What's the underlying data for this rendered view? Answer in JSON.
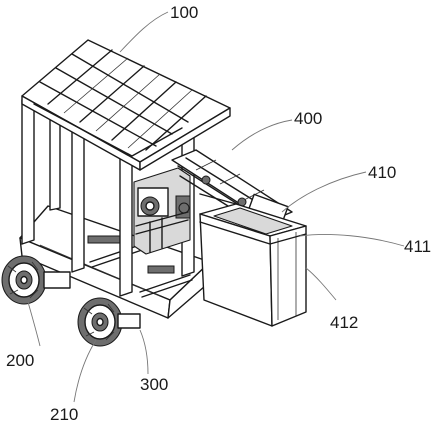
{
  "labels": {
    "l100": "100",
    "l400": "400",
    "l410": "410",
    "l411": "411",
    "l412": "412",
    "l200": "200",
    "l210": "210",
    "l300": "300"
  }
}
